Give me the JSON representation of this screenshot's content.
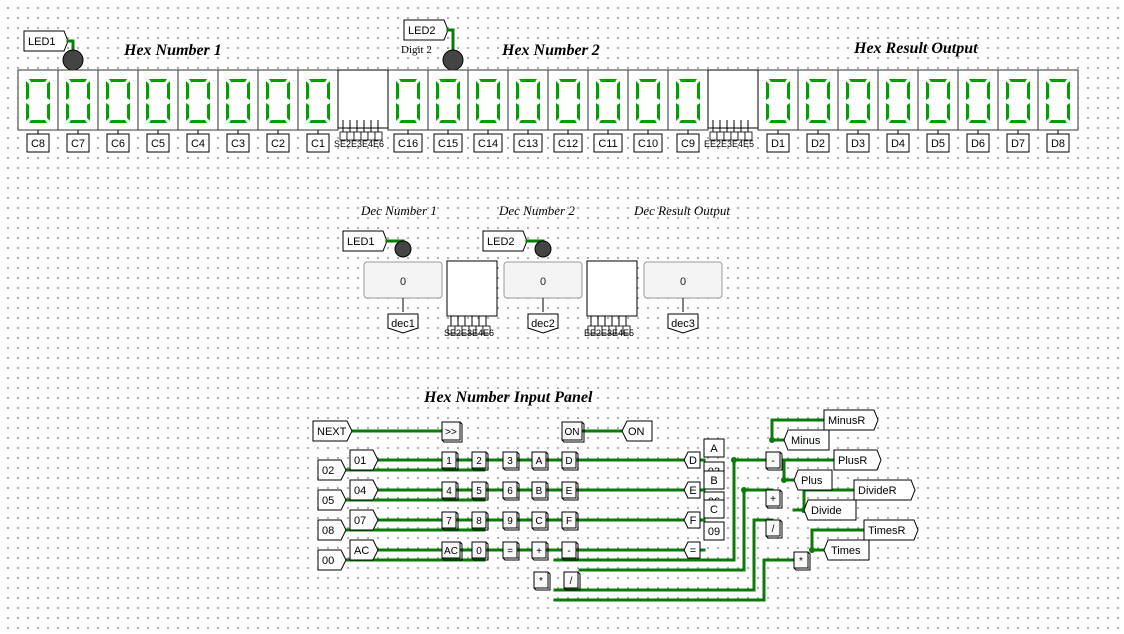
{
  "colors": {
    "wire": "#0a7a0a",
    "segment_on": "#00a000",
    "led_off": "#444444",
    "background": "#ffffff",
    "grid_dot": "#9a9a9a"
  },
  "titles": {
    "hex1": "Hex Number 1",
    "hex2": "Hex Number 2",
    "hex_result": "Hex Result Output",
    "dec1": "Dec Number 1",
    "dec2": "Dec Number 2",
    "dec_result": "Dec Result Output",
    "input_panel": "Hex Number Input Panel",
    "digit2": "Digit 2"
  },
  "leds": {
    "led1_top": "LED1",
    "led2_top": "LED2",
    "led1_mid": "LED1",
    "led2_mid": "LED2"
  },
  "seven_segment": {
    "digit_shown": "0",
    "hex1_labels": [
      "C8",
      "C7",
      "C6",
      "C5",
      "C4",
      "C3",
      "C2",
      "C1"
    ],
    "hex2_labels": [
      "C16",
      "C15",
      "C14",
      "C13",
      "C12",
      "C11",
      "C10",
      "C9"
    ],
    "result_labels": [
      "D1",
      "D2",
      "D3",
      "D4",
      "D5",
      "D6",
      "D7",
      "D8"
    ]
  },
  "splitters": {
    "top1_label": "SE2E3E4E6",
    "top2_label": "EE2E3E4E5",
    "mid1_label": "SE2E3E4E6",
    "mid2_label": "EE2E3E4E5"
  },
  "decimal_displays": {
    "dec1": {
      "value": "0",
      "tag": "dec1"
    },
    "dec2": {
      "value": "0",
      "tag": "dec2"
    },
    "dec3": {
      "value": "0",
      "tag": "dec3"
    }
  },
  "input_panel": {
    "next_pin": "NEXT",
    "next_button": ">>",
    "on_button": "ON",
    "on_pin": "ON",
    "left_pins": [
      "02",
      "05",
      "08",
      "00"
    ],
    "row_pins": [
      "01",
      "04",
      "07",
      "AC"
    ],
    "row1_buttons": [
      "1",
      "2",
      "3",
      "A",
      "D"
    ],
    "row2_buttons": [
      "4",
      "5",
      "6",
      "B",
      "E"
    ],
    "row3_buttons": [
      "7",
      "8",
      "9",
      "C",
      "F"
    ],
    "row4_buttons": [
      "AC",
      "0",
      "=",
      "+",
      "-"
    ],
    "row5_buttons": [
      "*",
      "/"
    ],
    "right_letter_tags": [
      "D",
      "E",
      "F",
      "="
    ],
    "right_stack_tags": [
      "A",
      "03",
      "B",
      "06",
      "C",
      "09"
    ],
    "operator_buttons": [
      "-",
      "+",
      "/",
      "*"
    ],
    "operator_tags": [
      "Minus",
      "Plus",
      "Divide",
      "Times"
    ],
    "result_tags": [
      "MinusR",
      "PlusR",
      "DivideR",
      "TimesR"
    ]
  }
}
